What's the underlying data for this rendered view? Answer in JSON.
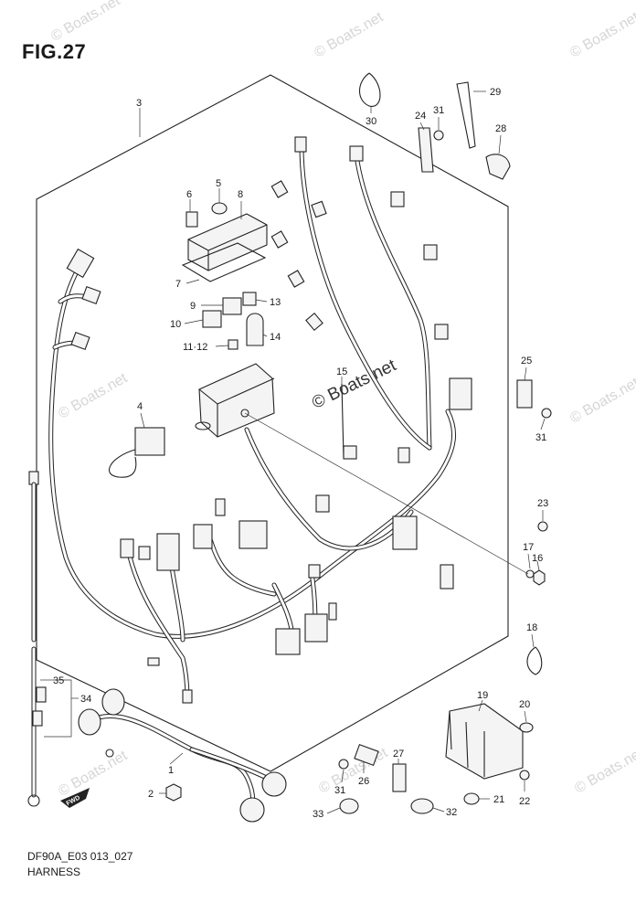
{
  "figure": {
    "title": "FIG.27",
    "model_code": "DF90A_E03 013_027",
    "name": "HARNESS"
  },
  "watermarks": {
    "center": "© Boats.net",
    "corner": "© Boats.net"
  },
  "callouts": {
    "c1": "1",
    "c2": "2",
    "c3": "3",
    "c4": "4",
    "c5": "5",
    "c6": "6",
    "c7": "7",
    "c8": "8",
    "c9": "9",
    "c10": "10",
    "c11_12": "11·12",
    "c13": "13",
    "c14": "14",
    "c15": "15",
    "c16": "16",
    "c17": "17",
    "c18": "18",
    "c19": "19",
    "c20": "20",
    "c21": "21",
    "c22": "22",
    "c23": "23",
    "c24": "24",
    "c25": "25",
    "c26": "26",
    "c27": "27",
    "c28": "28",
    "c29": "29",
    "c30": "30",
    "c31a": "31",
    "c31b": "31",
    "c31c": "31",
    "c32": "32",
    "c33": "33",
    "c34": "34",
    "c35": "35"
  },
  "fwd_badge": "FWD"
}
